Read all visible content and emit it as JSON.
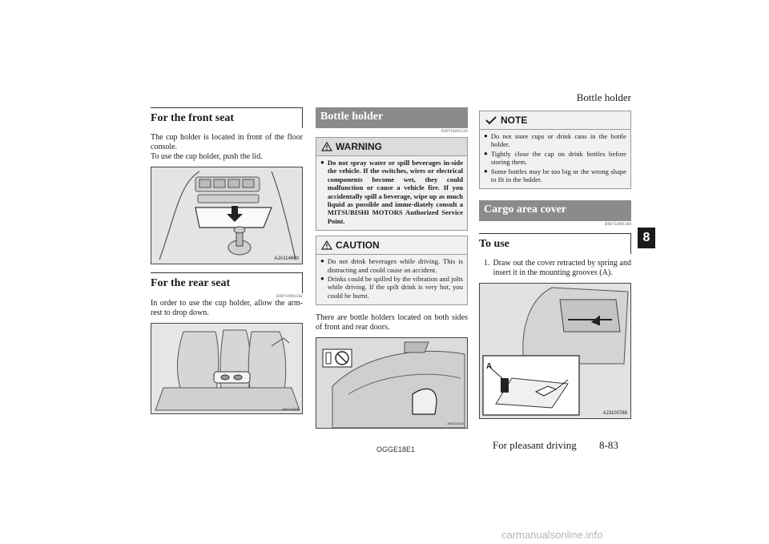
{
  "header": {
    "running_title": "Bottle holder",
    "chapter_number": "8"
  },
  "col1": {
    "front_heading": "For the front seat",
    "front_text": "The cup holder is located in front of the floor console.",
    "front_text2": "To use the cup holder, push the lid.",
    "front_figure_id": "AJA114660",
    "rear_heading": "For the rear seat",
    "rear_code": "E00716901562",
    "rear_text": "In order to use the cup holder, allow the arm-rest to drop down.",
    "rear_figure_id": "AA0110406"
  },
  "col2": {
    "heading": "Bottle holder",
    "code": "E00718201543",
    "warning_title": "WARNING",
    "warning_items": [
      "Do not spray water or spill beverages in-side the vehicle. If the switches, wires or electrical components become wet, they could malfunction or cause a vehicle fire. If you accidentally spill a beverage, wipe up as much liquid as possible and imme-diately consult a MITSUBISHI MOTORS Authorized Service Point."
    ],
    "caution_title": "CAUTION",
    "caution_items": [
      "Do not drink beverages while driving. This is distracting and could cause an accident.",
      "Drinks could be spilled by the vibration and jolts while driving. If the spilt drink is very hot, you could be burnt."
    ],
    "text": "There are bottle holders located on both sides of front and rear doors.",
    "figure_id": "AA0110422"
  },
  "col3": {
    "note_title": "NOTE",
    "note_items": [
      "Do not store cups or drink cans in the bottle holder.",
      "Tightly close the cap on drink bottles before storing them.",
      "Some bottles may be too big or the wrong shape to fit in the holder."
    ],
    "heading": "Cargo area cover",
    "code": "E00733601160",
    "subheading": "To use",
    "step_number": "1.",
    "step_text": "Draw out the cover retracted by spring and insert it in the mounting grooves (A).",
    "figure_label": "A",
    "figure_id": "AJ3100788"
  },
  "footer": {
    "doc_code": "OGGE18E1",
    "section": "For pleasant driving",
    "page": "8-83",
    "watermark": "carmanualsonline.info"
  },
  "icons": {
    "warning": "warning-triangle-icon",
    "caution": "warning-triangle-icon",
    "note": "checkmark-note-icon",
    "bullet": "bullet-dot-icon"
  }
}
